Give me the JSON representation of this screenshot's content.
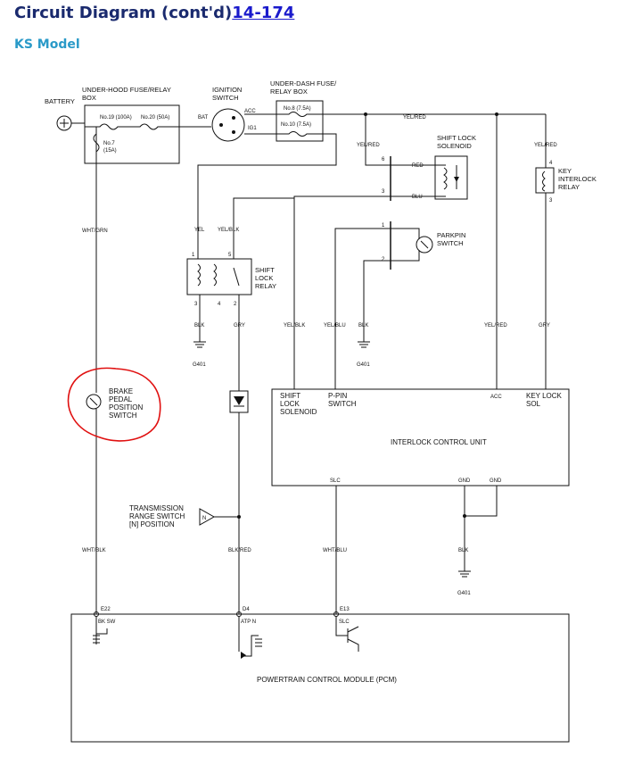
{
  "header": {
    "title": "Circuit Diagram (cont'd)",
    "page_link": "14-174",
    "model": "KS Model"
  },
  "diagram": {
    "annotation_color": "#e01010",
    "labels": {
      "battery": "BATTERY",
      "underhood_box_1": "UNDER-HOOD FUSE/RELAY",
      "underhood_box_2": "BOX",
      "fuse19": "No.19 (100A)",
      "fuse20": "No.20 (50A)",
      "fuse7a": "No.7",
      "fuse7b": "(15A)",
      "ign_1": "IGNITION",
      "ign_2": "SWITCH",
      "bat": "BAT",
      "acc_ign": "ACC",
      "ig1": "IG1",
      "underdash_1": "UNDER-DASH FUSE/",
      "underdash_2": "RELAY BOX",
      "fuse8": "No.8 (7.5A)",
      "fuse10": "No.10 (7.5A)",
      "yelred_top": "YEL/RED",
      "yelred_sl": "YEL/RED",
      "yelred_key": "YEL/RED",
      "sls_1": "SHIFT LOCK",
      "sls_2": "SOLENOID",
      "red": "RED",
      "blu": "BLU",
      "key_1": "KEY",
      "key_2": "INTERLOCK",
      "key_3": "RELAY",
      "pin4": "4",
      "pin3k": "3",
      "pin6": "6",
      "pin3": "3",
      "pin1": "1",
      "pin2": "2",
      "parkpin_1": "PARKPIN",
      "parkpin_2": "SWITCH",
      "whtgrn": "WHT/GRN",
      "yel": "YEL",
      "yelblk_relay": "YEL/BLK",
      "rpin1": "1",
      "rpin5": "5",
      "rpin3": "3",
      "rpin4": "4",
      "rpin2": "2",
      "slr_1": "SHIFT",
      "slr_2": "LOCK",
      "slr_3": "RELAY",
      "blk1": "BLK",
      "gry1": "GRY",
      "yelblk2": "YEL/BLK",
      "yelblu": "YEL/BLU",
      "blk2": "BLK",
      "yelred2": "YEL/RED",
      "gry2": "GRY",
      "g401a": "G401",
      "g401b": "G401",
      "g401c": "G401",
      "bpp_1": "BRAKE",
      "bpp_2": "PEDAL",
      "bpp_3": "POSITION",
      "bpp_4": "SWITCH",
      "icu_shift_1": "SHIFT",
      "icu_shift_2": "LOCK",
      "icu_shift_3": "SOLENOID",
      "icu_ppin_1": "P-PIN",
      "icu_ppin_2": "SWITCH",
      "icu_acc": "ACC",
      "icu_key_1": "KEY LOCK",
      "icu_key_2": "SOL",
      "icu_title": "INTERLOCK CONTROL UNIT",
      "slc": "SLC",
      "gnd1": "GND",
      "gnd2": "GND",
      "trs_1": "TRANSMISSION",
      "trs_2": "RANGE SWITCH",
      "trs_3": "[N] POSITION",
      "n": "N",
      "blk3": "BLK",
      "whtblk": "WHT/BLK",
      "blkred": "BLK/RED",
      "whtblu": "WHT/BLU",
      "e22": "E22",
      "d4": "D4",
      "e13": "E13",
      "bksw": "BK SW",
      "atpn": "ATP N",
      "slc2": "SLC",
      "pcm": "POWERTRAIN CONTROL MODULE (PCM)"
    }
  }
}
